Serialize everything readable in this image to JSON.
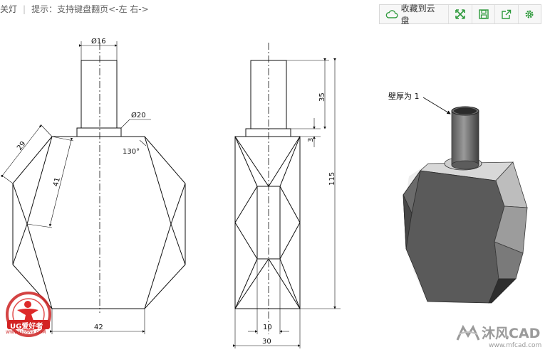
{
  "topbar": {
    "lights_off": "关灯",
    "separator": "|",
    "hint": "提示：支持键盘翻页<-左 右->"
  },
  "toolbar": {
    "save_to_cloud": "收藏到云盘",
    "icons": [
      "cloud-icon",
      "fullscreen-icon",
      "save-icon",
      "share-icon",
      "settings-icon"
    ],
    "accent": "#2e9a3c"
  },
  "drawing": {
    "dims": {
      "phi16": "Ø16",
      "phi20": "Ø20",
      "angle130": "130°",
      "d29": "29",
      "d41": "41",
      "d42": "42",
      "d35": "35",
      "d3": "3",
      "d115": "115",
      "d10": "10",
      "d30": "30"
    },
    "note": "壁厚为 1"
  },
  "watermarks": {
    "ug_logo": "UG爱好者",
    "ug_url": "WWW.UGSNX.COM",
    "mfcad_brand": "沐风CAD",
    "mfcad_url": "www.mfcad.com"
  }
}
